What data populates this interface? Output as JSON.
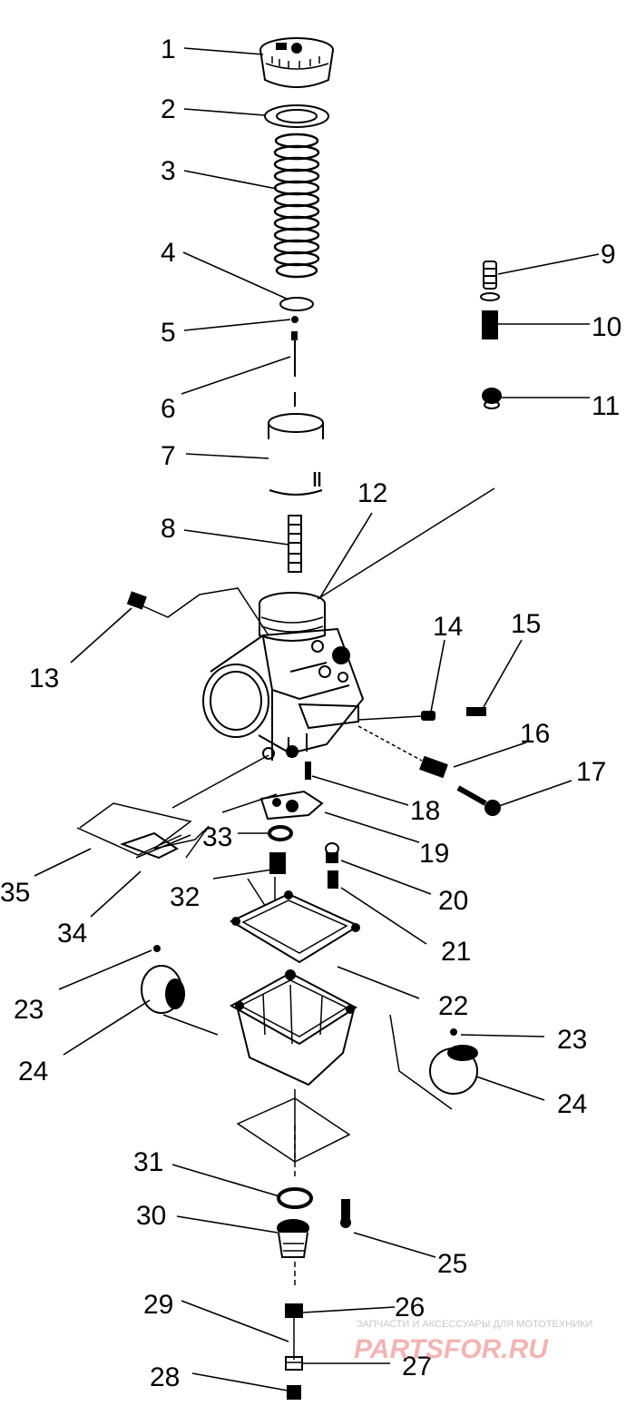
{
  "diagram": {
    "callouts": [
      "1",
      "2",
      "3",
      "4",
      "5",
      "6",
      "7",
      "8",
      "9",
      "10",
      "11",
      "12",
      "13",
      "14",
      "15",
      "16",
      "17",
      "18",
      "19",
      "20",
      "21",
      "22",
      "23",
      "23",
      "24",
      "24",
      "25",
      "26",
      "27",
      "28",
      "29",
      "30",
      "31",
      "32",
      "33",
      "34",
      "35"
    ],
    "watermark": {
      "tagline": "ЗАПЧАСТИ И АКСЕССУАРЫ ДЛЯ МОТОТЕХНИКИ",
      "logo": "PARTSFOR.RU"
    }
  }
}
